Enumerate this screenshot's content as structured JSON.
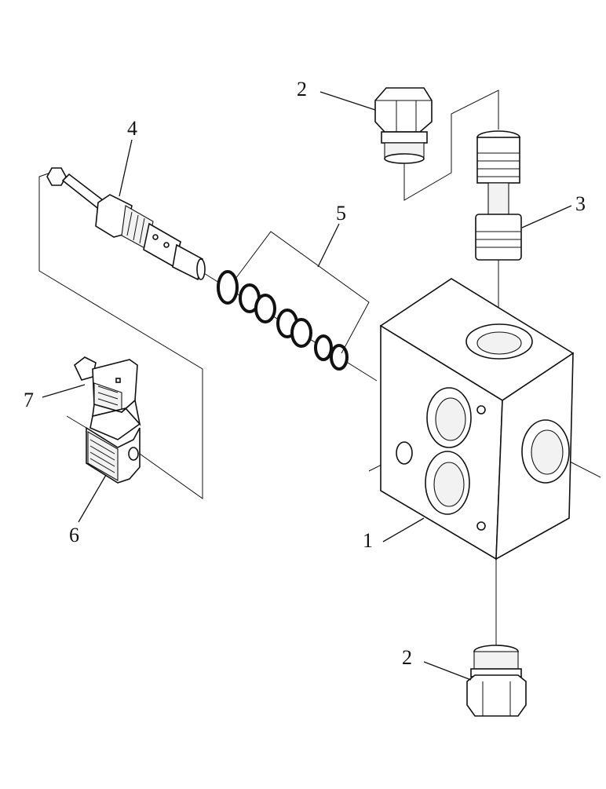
{
  "callouts": {
    "c1": "1",
    "c2_top": "2",
    "c2_bottom": "2",
    "c3": "3",
    "c4": "4",
    "c5": "5",
    "c6": "6",
    "c7": "7"
  }
}
